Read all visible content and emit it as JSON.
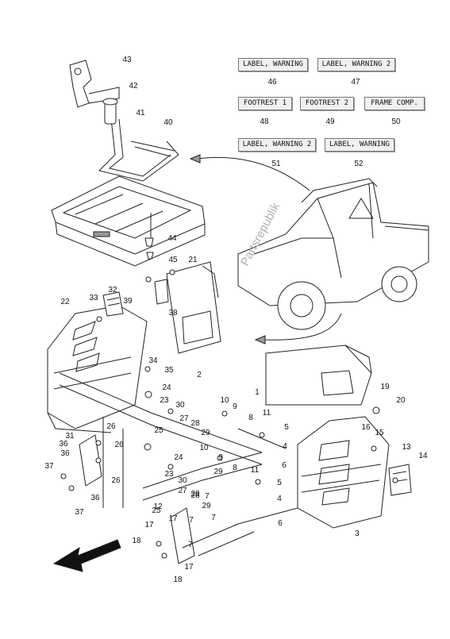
{
  "labels": [
    {
      "text": "LABEL, WARNING",
      "num": "46"
    },
    {
      "text": "LABEL, WARNING 2",
      "num": "47"
    },
    {
      "text": "FOOTREST 1",
      "num": "48"
    },
    {
      "text": "FOOTREST 2",
      "num": "49"
    },
    {
      "text": "FRAME COMP.",
      "num": "50"
    },
    {
      "text": "LABEL, WARNING 2",
      "num": "51"
    },
    {
      "text": "LABEL, WARNING",
      "num": "52"
    }
  ],
  "callouts": [
    "43",
    "42",
    "41",
    "40",
    "44",
    "45",
    "21",
    "39",
    "38",
    "33",
    "32",
    "22",
    "2",
    "34",
    "35",
    "24",
    "23",
    "30",
    "27",
    "28",
    "29",
    "25",
    "26",
    "31",
    "36",
    "37",
    "10",
    "9",
    "8",
    "11",
    "5",
    "4",
    "6",
    "7",
    "12",
    "17",
    "18",
    "1",
    "19",
    "20",
    "16",
    "15",
    "13",
    "14",
    "3"
  ],
  "watermark": "Partsrepublik"
}
